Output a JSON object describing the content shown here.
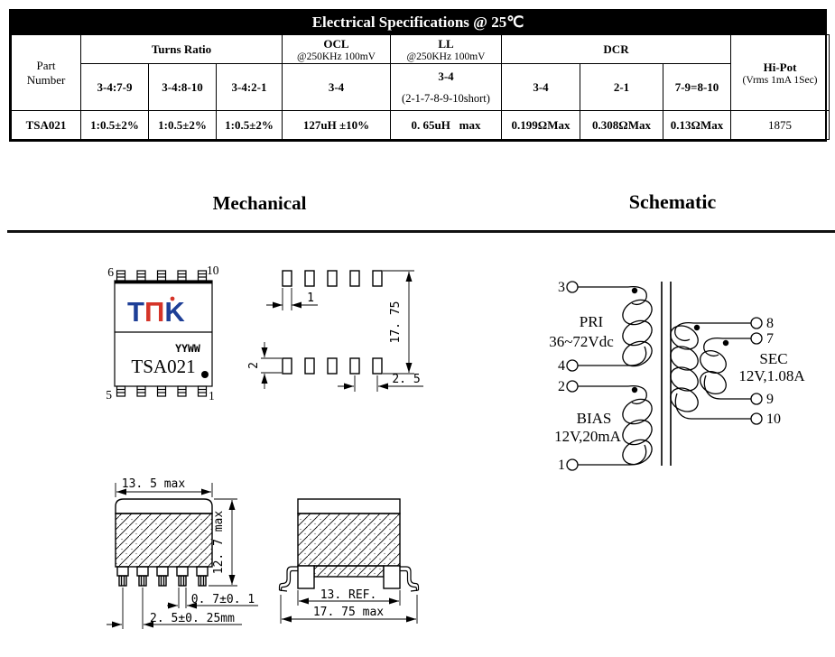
{
  "spec_table": {
    "title": "Electrical Specifications @ 25℃",
    "colors": {
      "title_bar_bg": "#000000",
      "title_text": "#ffffff"
    },
    "headers": {
      "part_number": "Part Number",
      "turns_ratio": "Turns Ratio",
      "ocl_name": "OCL",
      "ocl_cond": "@250KHz 100mV",
      "ll_name": "LL",
      "ll_cond": "@250KHz 100mV",
      "dcr_name": "DCR",
      "hipot_name": "Hi-Pot",
      "hipot_cond": "(Vrms 1mA 1Sec)",
      "turns_sub": [
        "3-4:7-9",
        "3-4:8-10",
        "3-4:2-1"
      ],
      "ocl_sub": "3-4",
      "ll_sub_line1": "3-4",
      "ll_sub_line2": "(2-1-7-8-9-10short)",
      "dcr_sub": [
        "3-4",
        "2-1",
        "7-9=8-10"
      ]
    },
    "rows": [
      {
        "part": "TSA021",
        "turns": [
          "1:0.5±2%",
          "1:0.5±2%",
          "1:0.5±2%"
        ],
        "ocl": "127uH ±10%",
        "ll": "0. 65uH   max",
        "dcr": [
          "0.199ΩMax",
          "0.308ΩMax",
          "0.13ΩMax"
        ],
        "hipot": "1875"
      }
    ]
  },
  "sections": {
    "mechanical_title": "Mechanical",
    "schematic_title": "Schematic"
  },
  "chip_top_view": {
    "logo_t": "T",
    "logo_n": "Π",
    "logo_k": "K",
    "logo_color_blue": "#1e3f97",
    "logo_color_red": "#d53428",
    "date_code": "YYWW",
    "part_marking": "TSA021",
    "pin_labels": {
      "top_left": "6",
      "top_right": "10",
      "bottom_left": "5",
      "bottom_right": "1"
    }
  },
  "land_pattern": {
    "dim_pad_width": "1",
    "dim_pad_length": "2",
    "dim_pitch": "2. 5",
    "dim_overall": "17. 75"
  },
  "front_view": {
    "dim_width": "13. 5 max",
    "dim_height": "12. 7 max",
    "dim_pin_width": "0. 7±0. 1",
    "dim_pin_pitch": "2. 5±0. 25mm"
  },
  "side_view": {
    "dim_body": "13. REF.",
    "dim_overall": "17. 75 max"
  },
  "schematic": {
    "windings": {
      "pri": {
        "name": "PRI",
        "rating": "36~72Vdc"
      },
      "bias": {
        "name": "BIAS",
        "rating": "12V,20mA"
      },
      "sec": {
        "name": "SEC",
        "rating": "12V,1.08A"
      }
    },
    "pins": {
      "p1": "1",
      "p2": "2",
      "p3": "3",
      "p4": "4",
      "p7": "7",
      "p8": "8",
      "p9": "9",
      "p10": "10"
    }
  }
}
